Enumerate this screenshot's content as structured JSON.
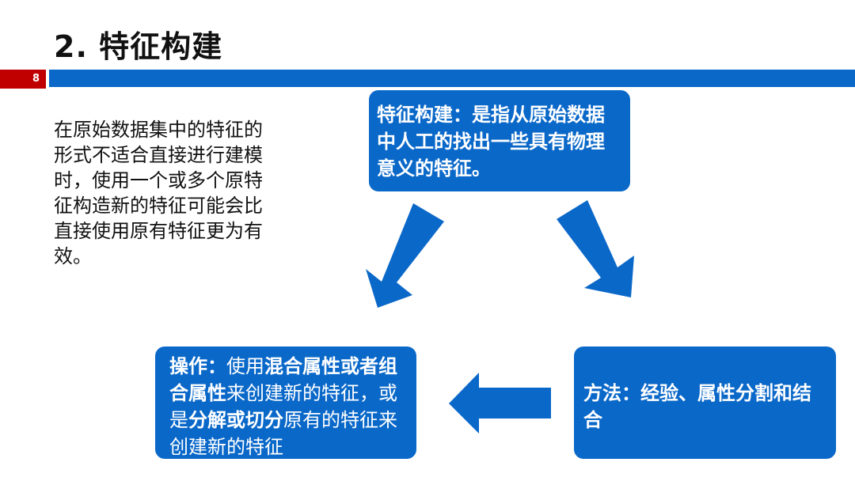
{
  "title": "2. 特征构建",
  "page_number": "8",
  "intro_text": "在原始数据集中的特征的形式不适合直接进行建模时，使用一个或多个原特征构造新的特征可能会比直接使用原有特征更为有效。",
  "box_top": {
    "text": "特征构建：是指从原始数据中人工的找出一些具有物理意义的特征。"
  },
  "box_left": {
    "label": "操作：",
    "part1": "使用",
    "bold1": "混合属性或者组合属性",
    "part2": "来创建新的特征，或是",
    "bold2": "分解或切分",
    "part3": "原有的特征来创建新的特征"
  },
  "box_right": {
    "text": "方法：经验、属性分割和结合"
  },
  "colors": {
    "accent_blue": "#0a68c9",
    "badge_red": "#c00000"
  }
}
